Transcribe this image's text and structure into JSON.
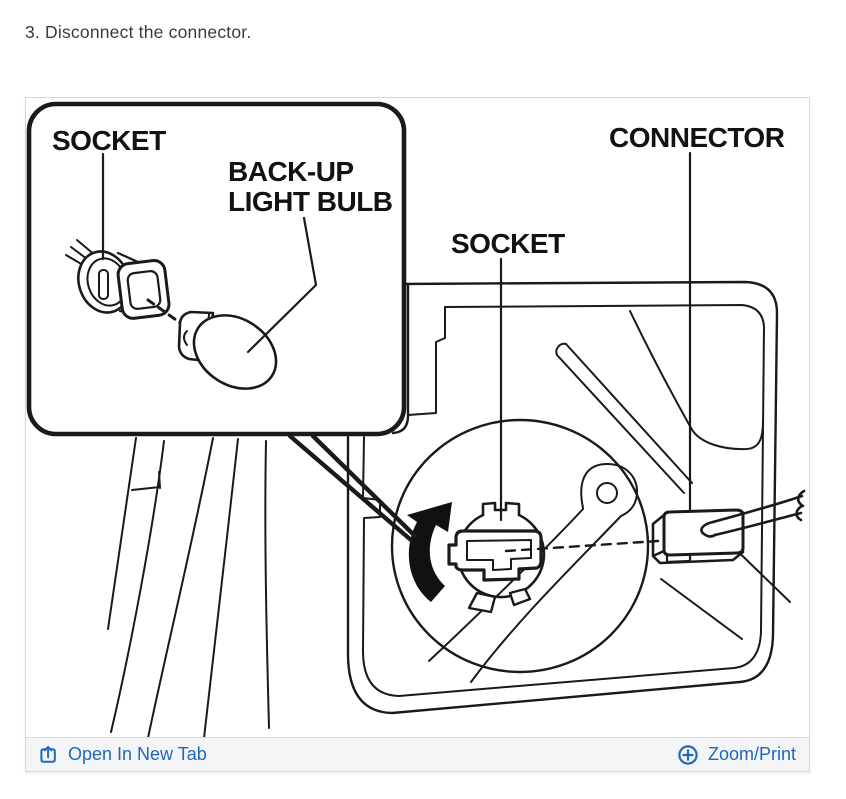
{
  "instruction": {
    "text": "3. Disconnect the connector."
  },
  "diagram": {
    "inset": {
      "socket_label": "SOCKET",
      "bulb_label_line1": "BACK-UP",
      "bulb_label_line2": "LIGHT BULB"
    },
    "main": {
      "socket_label": "SOCKET",
      "connector_label": "CONNECTOR"
    },
    "ink_color": "#1a1a1a"
  },
  "toolbar": {
    "open_in_new_tab": {
      "label": "Open In New Tab",
      "icon": "open-in-new-tab-icon"
    },
    "zoom_print": {
      "label": "Zoom/Print",
      "icon": "zoom-plus-icon"
    },
    "link_color": "#2069b5"
  }
}
